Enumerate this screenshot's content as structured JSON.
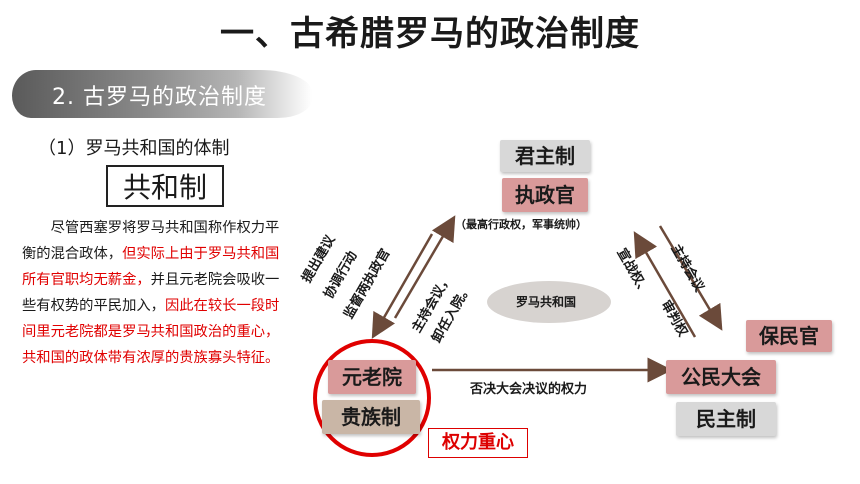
{
  "title": "一、古希腊罗马的政治制度",
  "section": "2. 古罗马的政治制度",
  "subheading": "（1）罗马共和国的体制",
  "boxed_term": "共和制",
  "paragraph": {
    "normal_1": "尽管西塞罗将罗马共和国称作权力平衡的混合政体，",
    "red_1": "但实际上由于罗马共和国所有官职均无薪金，",
    "normal_2": "并且元老院会吸收一些有权势的平民加入，",
    "red_2": "因此在较长一段时间里元老院都是罗马共和国政治的重心，共和国的政体带有浓厚的贵族寡头特征。"
  },
  "diagram": {
    "monarchy_label": "君主制",
    "consul": "执政官",
    "consul_note": "（最高行政权，军事统帅）",
    "center_label": "罗马共和国",
    "senate": "元老院",
    "aristocracy_label": "贵族制",
    "tribune": "保民官",
    "assembly": "公民大会",
    "democracy_label": "民主制",
    "left_outer_1": "提出建议",
    "left_outer_2": "协调行动",
    "left_outer_3": "监督两执政官",
    "left_inner_1": "主持会议，",
    "left_inner_2": "卸任入院。",
    "right_outer": "主持会议",
    "right_inner_1": "宣战权、",
    "right_inner_2": "审判权",
    "bottom_arrow": "否决大会决议的权力",
    "power_center": "权力重心"
  },
  "colors": {
    "accent_red": "#e00000",
    "node_pink": "#d99a9a",
    "node_grey": "#d8d8d8"
  }
}
